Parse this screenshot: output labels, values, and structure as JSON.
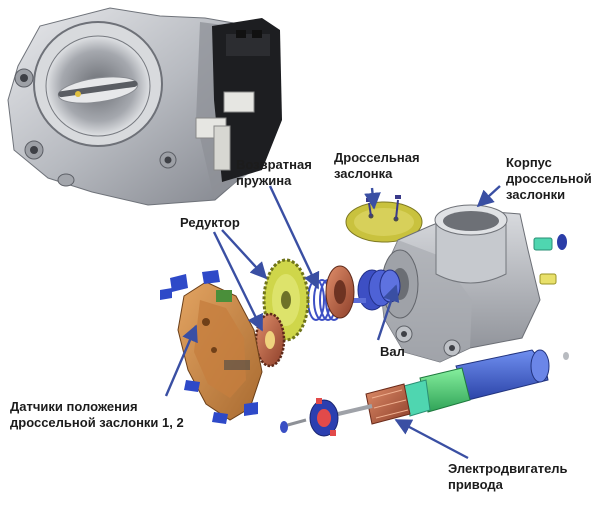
{
  "labels": {
    "return_spring": "Возвратная\nпружина",
    "throttle_plate": "Дроссельная\nзаслонка",
    "throttle_body": "Корпус\nдроссельной\nзаслонки",
    "gearbox": "Редуктор",
    "shaft": "Вал",
    "position_sensors": "Датчики положения\nдроссельной заслонки 1, 2",
    "drive_motor": "Электродвигатель\nпривода"
  },
  "colors": {
    "arrow": "#3a4fa3",
    "metal": "#b9bcc2",
    "sensor_board": "#d08a46",
    "gear_green": "#cfd64a",
    "gear_copper": "#b06a4a",
    "spring_blue": "#3d4fc4",
    "plate": "#c9c23e",
    "motor_blue": "#3a5ed0",
    "motor_green": "#3fc46e",
    "connector_teal": "#4fd6b0"
  }
}
